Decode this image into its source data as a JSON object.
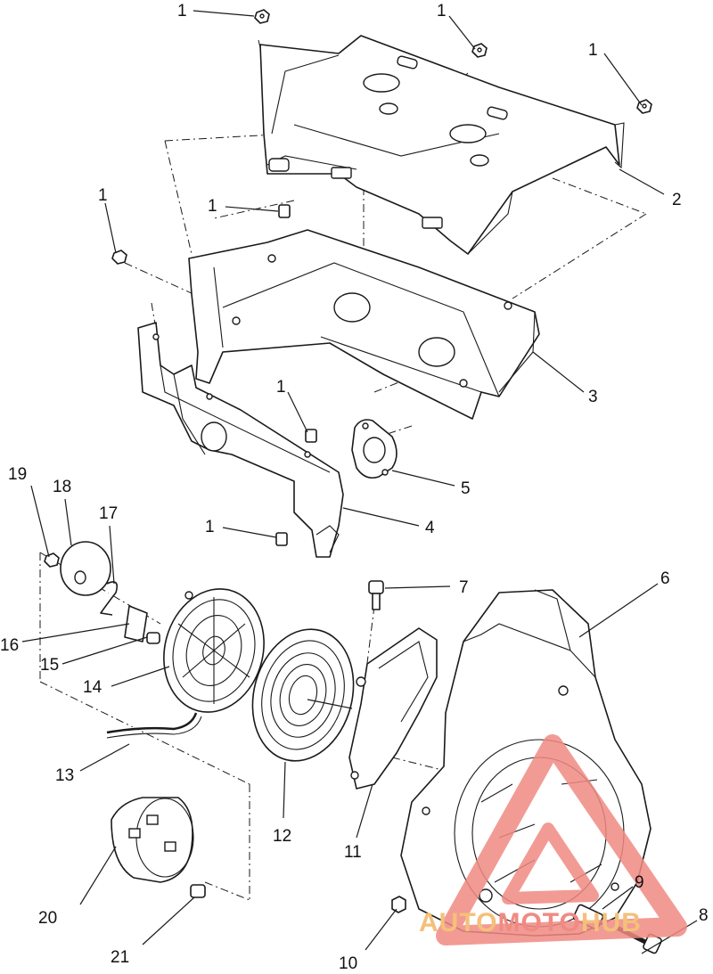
{
  "callouts": [
    {
      "id": "c1a",
      "text": "1"
    },
    {
      "id": "c1b",
      "text": "1"
    },
    {
      "id": "c1c",
      "text": "1"
    },
    {
      "id": "c1d",
      "text": "1"
    },
    {
      "id": "c1e",
      "text": "1"
    },
    {
      "id": "c1f",
      "text": "1"
    },
    {
      "id": "c1g",
      "text": "1"
    },
    {
      "id": "c2",
      "text": "2"
    },
    {
      "id": "c3",
      "text": "3"
    },
    {
      "id": "c4",
      "text": "4"
    },
    {
      "id": "c5",
      "text": "5"
    },
    {
      "id": "c6",
      "text": "6"
    },
    {
      "id": "c7",
      "text": "7"
    },
    {
      "id": "c8",
      "text": "8"
    },
    {
      "id": "c9",
      "text": "9"
    },
    {
      "id": "c10",
      "text": "10"
    },
    {
      "id": "c11",
      "text": "11"
    },
    {
      "id": "c12",
      "text": "12"
    },
    {
      "id": "c13",
      "text": "13"
    },
    {
      "id": "c14",
      "text": "14"
    },
    {
      "id": "c15",
      "text": "15"
    },
    {
      "id": "c16",
      "text": "16"
    },
    {
      "id": "c17",
      "text": "17"
    },
    {
      "id": "c18",
      "text": "18"
    },
    {
      "id": "c19",
      "text": "19"
    },
    {
      "id": "c20",
      "text": "20"
    },
    {
      "id": "c21",
      "text": "21"
    }
  ],
  "watermark": {
    "part1": "AUTO",
    "part2": "MOTO",
    "part3": "HUB",
    "color_main": "#f08a82",
    "color_accent": "#f4c07a"
  }
}
